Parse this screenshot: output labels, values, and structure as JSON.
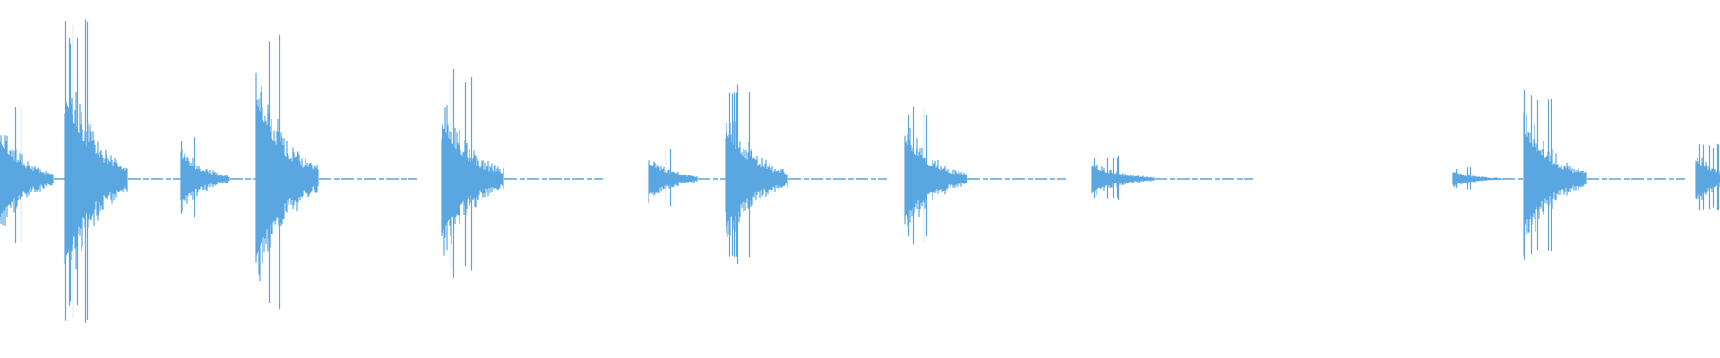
{
  "waveform": {
    "color": "#5aa6e0",
    "background": "#ffffff",
    "axis": "none",
    "labels": "none",
    "bursts": [
      {
        "onset": 0.0,
        "peak": 0.38,
        "decay": "medium"
      },
      {
        "onset": 0.038,
        "peak": 0.82,
        "decay": "long"
      },
      {
        "onset": 0.105,
        "peak": 0.22,
        "decay": "short"
      },
      {
        "onset": 0.149,
        "peak": 0.8,
        "decay": "long"
      },
      {
        "onset": 0.257,
        "peak": 0.56,
        "decay": "long"
      },
      {
        "onset": 0.377,
        "peak": 0.16,
        "decay": "short"
      },
      {
        "onset": 0.422,
        "peak": 0.48,
        "decay": "long"
      },
      {
        "onset": 0.526,
        "peak": 0.38,
        "decay": "long"
      },
      {
        "onset": 0.635,
        "peak": 0.12,
        "decay": "long"
      },
      {
        "onset": 0.845,
        "peak": 0.06,
        "decay": "short"
      },
      {
        "onset": 0.886,
        "peak": 0.48,
        "decay": "long"
      },
      {
        "onset": 0.986,
        "peak": 0.18,
        "decay": "short"
      }
    ]
  }
}
